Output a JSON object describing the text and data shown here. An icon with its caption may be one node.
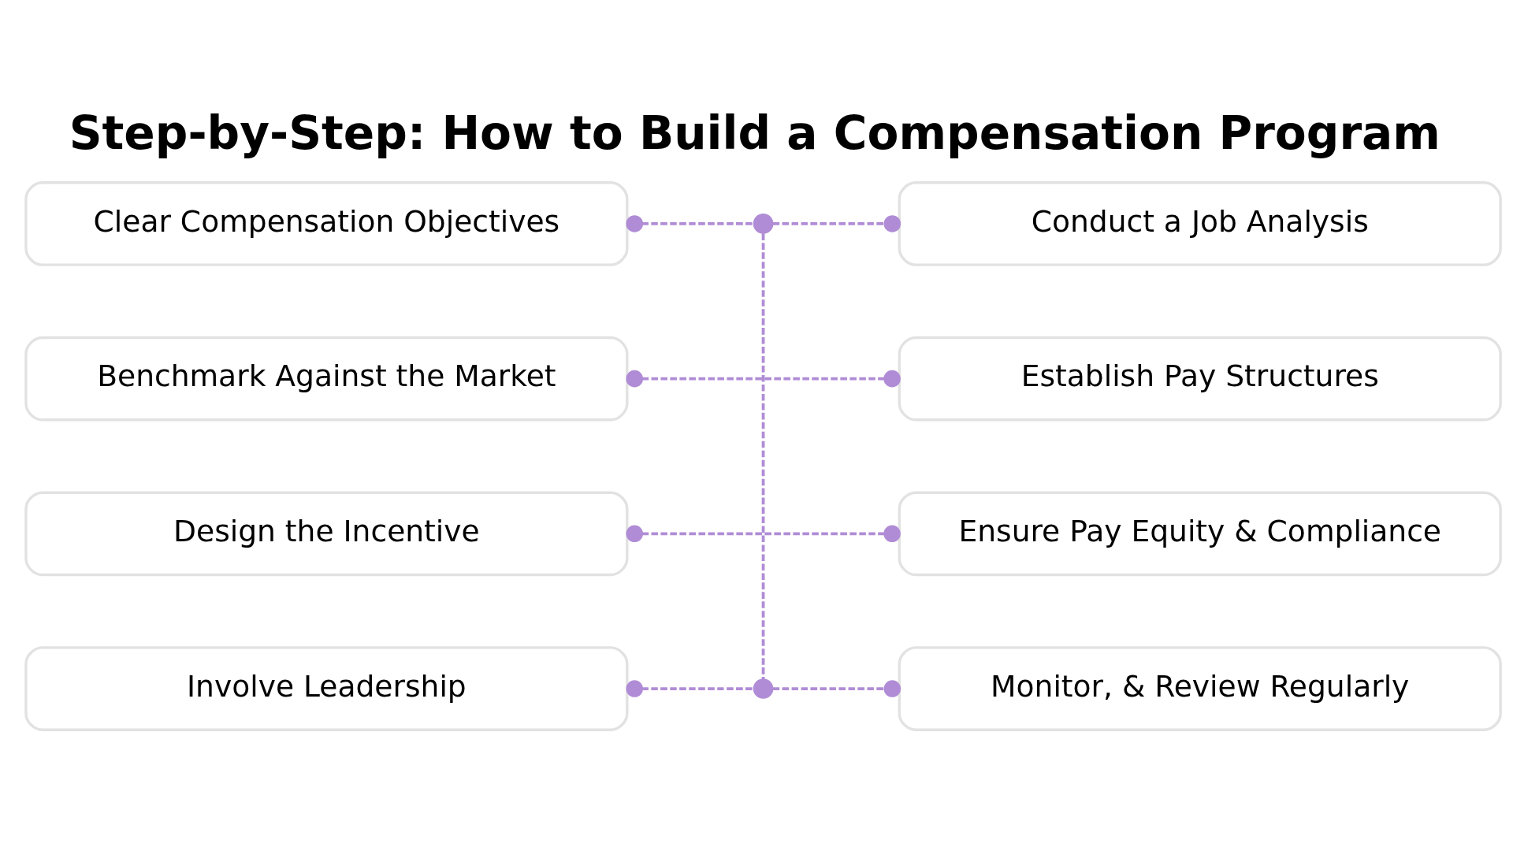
{
  "diagram": {
    "title": "Step-by-Step: How to Build a Compensation Program",
    "nodes": [
      {
        "text": [
          "Clear Compensation Objectives"
        ]
      },
      {
        "text": [],
        "shape": "circle"
      },
      {
        "text": [
          "Conduct a Job Analysis"
        ]
      },
      {
        "text": [
          "Benchmark Against the Market"
        ]
      },
      {
        "text": [
          "Establish Pay Structures"
        ]
      },
      {
        "text": [
          "Design the Incentive"
        ]
      },
      {
        "text": [
          "Ensure Pay Equity & Compliance"
        ]
      },
      {
        "text": [
          "Involve Leadership"
        ]
      },
      {
        "text": [],
        "shape": "circle"
      },
      {
        "text": [
          "Monitor, & Review Regularly"
        ]
      }
    ],
    "edges": [
      {
        "from": 0,
        "to": 1,
        "arrow": "other",
        "style": "dashed"
      },
      {
        "from": 1,
        "to": 2,
        "arrow": "other",
        "style": "dashed"
      },
      {
        "from": 1,
        "to": 8,
        "arrow": "none",
        "style": "dashed"
      },
      {
        "from": 3,
        "to": 4,
        "arrow": "other",
        "style": "dashed"
      },
      {
        "from": 5,
        "to": 6,
        "arrow": "other",
        "style": "dashed"
      },
      {
        "from": 7,
        "to": 8,
        "arrow": "other",
        "style": "dashed"
      },
      {
        "from": 8,
        "to": 9,
        "arrow": "other",
        "style": "dashed"
      }
    ]
  }
}
